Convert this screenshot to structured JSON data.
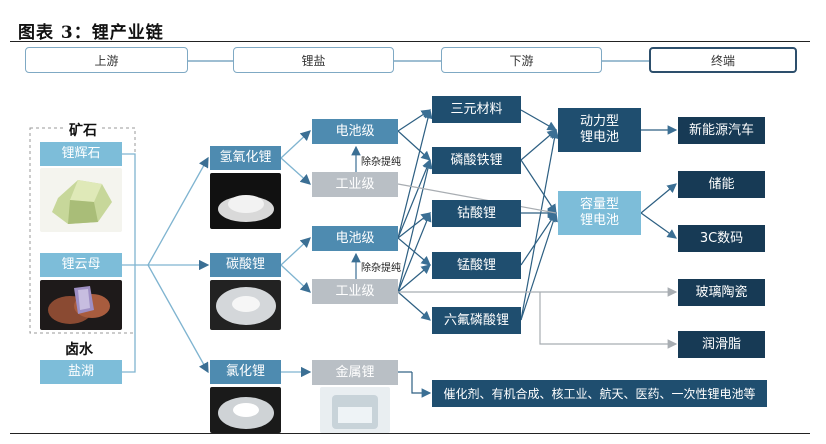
{
  "title": "图表 3：锂产业链",
  "stages": [
    "上游",
    "锂盐",
    "下游",
    "终端"
  ],
  "ore": {
    "group_label": "矿石",
    "spodumene": "锂辉石",
    "lepidolite": "锂云母",
    "brine_label": "卤水",
    "salt_lake": "盐湖"
  },
  "salts": {
    "hydroxide": "氢氧化锂",
    "carbonate": "碳酸锂",
    "chloride": "氯化锂"
  },
  "grades": {
    "battery_grade_1": "电池级",
    "industrial_grade_1": "工业级",
    "purify_1": "除杂提纯",
    "battery_grade_2": "电池级",
    "industrial_grade_2": "工业级",
    "purify_2": "除杂提纯",
    "metal_lithium": "金属锂"
  },
  "downstream": {
    "ternary": "三元材料",
    "lfp": "磷酸铁锂",
    "lco": "钴酸锂",
    "lmo": "锰酸锂",
    "lipf6": "六氟磷酸锂"
  },
  "batteries": {
    "power_1": "动力型",
    "power_2": "锂电池",
    "capacity_1": "容量型",
    "capacity_2": "锂电池"
  },
  "terminals": {
    "nev": "新能源汽车",
    "storage": "储能",
    "digital_3c": "3C数码",
    "glass_ceramics": "玻璃陶瓷",
    "grease": "润滑脂",
    "other_uses": "催化剂、有机合成、核工业、航天、医药、一次性锂电池等"
  },
  "colors": {
    "light": "#7dbdd9",
    "mid": "#4e8bb0",
    "dark": "#1f4e6f",
    "gray": "#b9bfc5",
    "line": "#7fb4d0",
    "gray_line": "#a8adb2"
  }
}
